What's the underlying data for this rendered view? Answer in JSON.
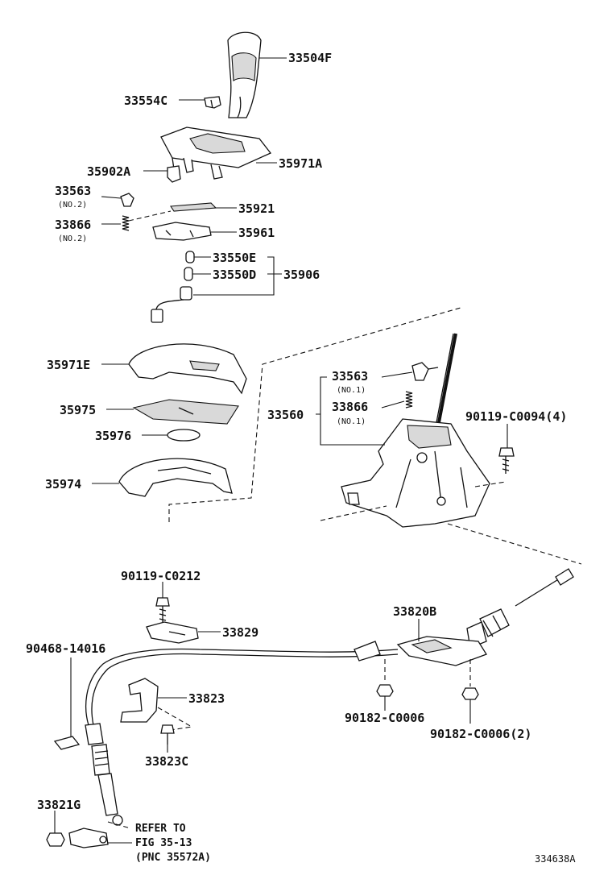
{
  "labels": {
    "p33504F": "33504F",
    "p33554C": "33554C",
    "p35902A": "35902A",
    "p35971A": "35971A",
    "p33563_no2": "33563",
    "no2_a": "(NO.2)",
    "p35921": "35921",
    "p33866_no2": "33866",
    "no2_b": "(NO.2)",
    "p35961": "35961",
    "p33550E": "33550E",
    "p33550D": "33550D",
    "p35906": "35906",
    "p35971E": "35971E",
    "p35975": "35975",
    "p35976": "35976",
    "p35974": "35974",
    "p33563_no1": "33563",
    "no1_a": "(NO.1)",
    "p33866_no1": "33866",
    "no1_b": "(NO.1)",
    "p33560": "33560",
    "p90119_C0094": "90119-C0094(4)",
    "p90119_C0212": "90119-C0212",
    "p33829": "33829",
    "p33820B": "33820B",
    "p90468_14016": "90468-14016",
    "p33823": "33823",
    "p90182_C0006": "90182-C0006",
    "p90182_C0006_2": "90182-C0006(2)",
    "p33823C": "33823C",
    "p33821G": "33821G",
    "refer_line1": "REFER TO",
    "refer_line2": "FIG 35-13",
    "refer_line3": "(PNC 35572A)",
    "diagram_id": "334638A"
  }
}
